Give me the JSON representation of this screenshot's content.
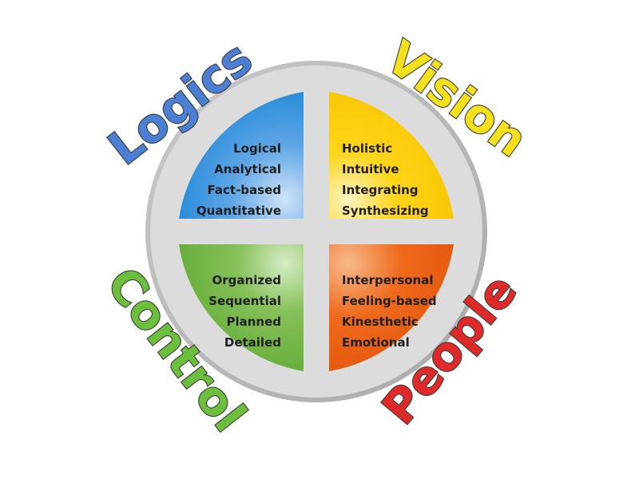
{
  "quadrants": [
    {
      "id": "logics",
      "title": "Logics",
      "color": "#4a7fd4",
      "traits": [
        "Logical",
        "Analytical",
        "Fact-based",
        "Quantitative"
      ]
    },
    {
      "id": "vision",
      "title": "Vision",
      "color": "#f4e01c",
      "traits": [
        "Holistic",
        "Intuitive",
        "Integrating",
        "Synthesizing"
      ]
    },
    {
      "id": "control",
      "title": "Control",
      "color": "#6cbf3c",
      "traits": [
        "Organized",
        "Sequential",
        "Planned",
        "Detailed"
      ]
    },
    {
      "id": "people",
      "title": "People",
      "color": "#e02a2a",
      "traits": [
        "Interpersonal",
        "Feeling-based",
        "Kinesthetic",
        "Emotional"
      ]
    }
  ]
}
